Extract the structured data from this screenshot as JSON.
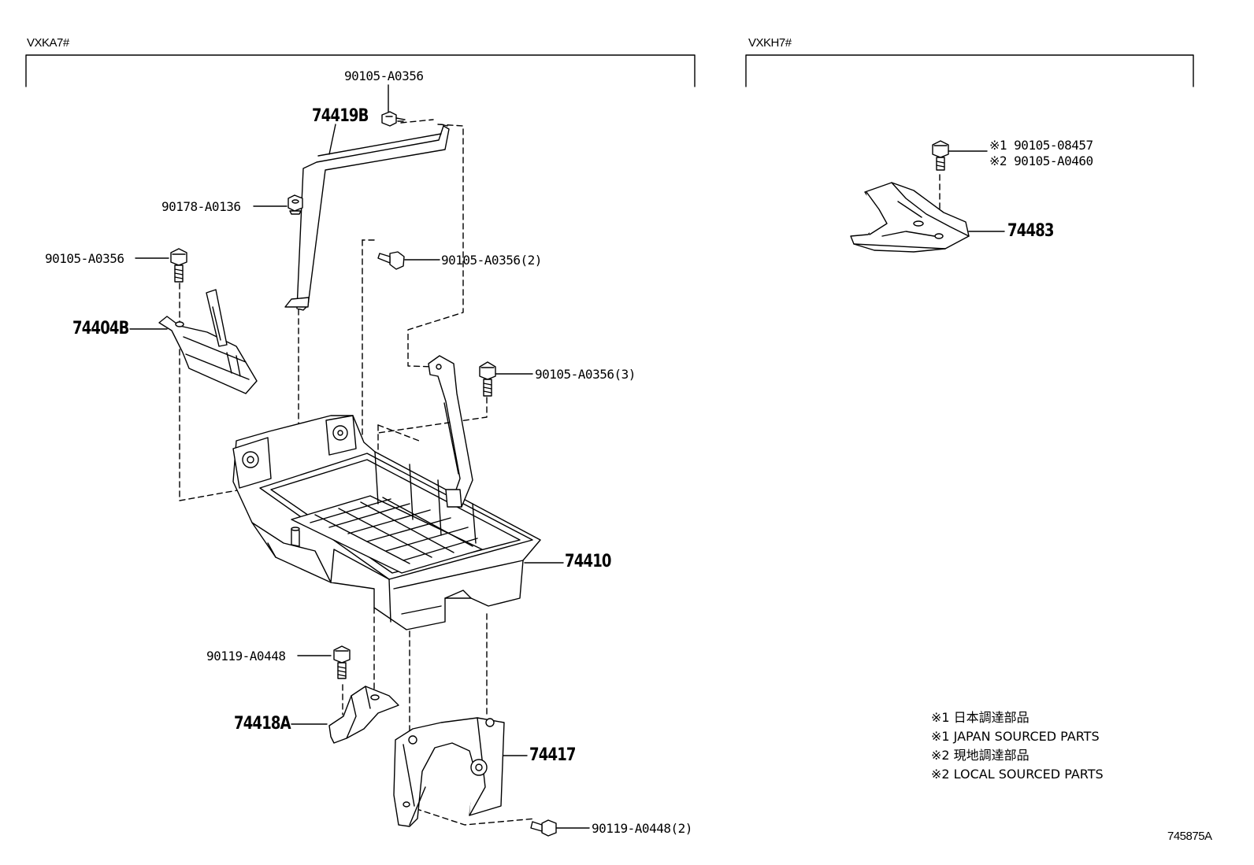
{
  "groups": {
    "left": "VXKA7#",
    "right": "VXKH7#"
  },
  "labels": {
    "bolt_top": "90105-A0356",
    "stay_top": "74419B",
    "nut_left": "90178-A0136",
    "bolt_left": "90105-A0356",
    "bolt_mid": "90105-A0356(2)",
    "bracket_left": "74404B",
    "bolt_right": "90105-A0356(3)",
    "tray": "74410",
    "bolt_bottom_left": "90119-A0448",
    "bracket_bottom_left": "74418A",
    "bracket_bottom": "74417",
    "bolt_bottom": "90119-A0448(2)",
    "bolt_r1": "※1 90105-08457",
    "bolt_r2": "※2 90105-A0460",
    "cover": "74483"
  },
  "notes": [
    "※1 日本調達部品",
    "※1 JAPAN SOURCED PARTS",
    "※2 現地調達部品",
    "※2 LOCAL SOURCED PARTS"
  ],
  "illustration_id": "745875A"
}
